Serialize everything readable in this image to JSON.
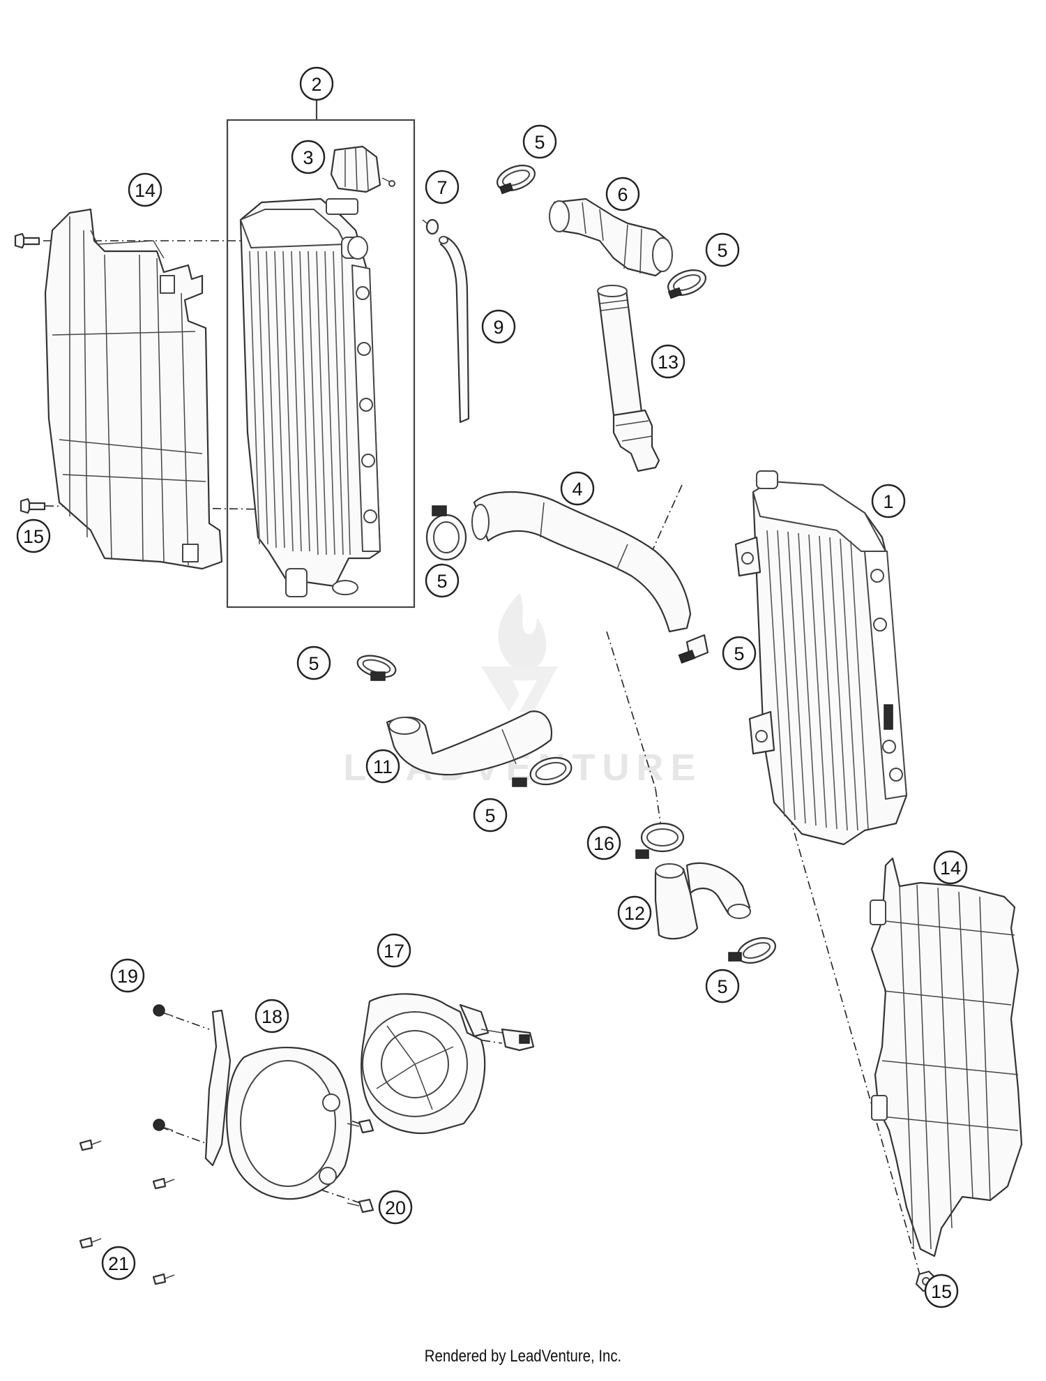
{
  "watermark": {
    "text": "LEADVENTURE"
  },
  "footer": {
    "credit": "Rendered by LeadVenture, Inc."
  },
  "callouts": [
    {
      "id": "c-2",
      "label": "2"
    },
    {
      "id": "c-3",
      "label": "3"
    },
    {
      "id": "c-14a",
      "label": "14"
    },
    {
      "id": "c-15a",
      "label": "15"
    },
    {
      "id": "c-5a",
      "label": "5"
    },
    {
      "id": "c-7",
      "label": "7"
    },
    {
      "id": "c-9",
      "label": "9"
    },
    {
      "id": "c-6",
      "label": "6"
    },
    {
      "id": "c-5b",
      "label": "5"
    },
    {
      "id": "c-13",
      "label": "13"
    },
    {
      "id": "c-4",
      "label": "4"
    },
    {
      "id": "c-5c",
      "label": "5"
    },
    {
      "id": "c-1",
      "label": "1"
    },
    {
      "id": "c-5d",
      "label": "5"
    },
    {
      "id": "c-5e",
      "label": "5"
    },
    {
      "id": "c-11",
      "label": "11"
    },
    {
      "id": "c-5f",
      "label": "5"
    },
    {
      "id": "c-16",
      "label": "16"
    },
    {
      "id": "c-12",
      "label": "12"
    },
    {
      "id": "c-14b",
      "label": "14"
    },
    {
      "id": "c-5g",
      "label": "5"
    },
    {
      "id": "c-17",
      "label": "17"
    },
    {
      "id": "c-19",
      "label": "19"
    },
    {
      "id": "c-18",
      "label": "18"
    },
    {
      "id": "c-20",
      "label": "20"
    },
    {
      "id": "c-21",
      "label": "21"
    },
    {
      "id": "c-15b",
      "label": "15"
    }
  ]
}
